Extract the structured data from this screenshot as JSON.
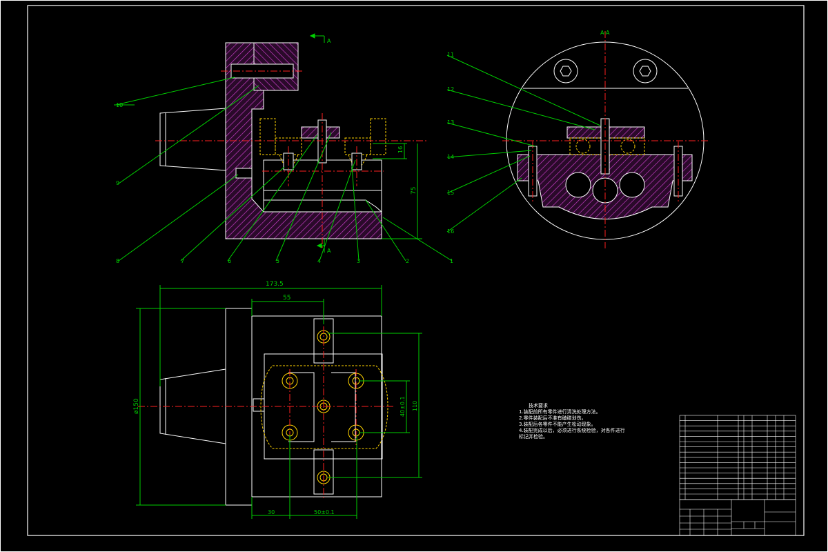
{
  "drawing": {
    "background": "#000000",
    "line_white": "#ffffff",
    "line_red": "#ff2020",
    "line_yellow": "#ffd400",
    "line_green": "#00d000",
    "hatch_magenta": "#d040d0"
  },
  "section_marks": {
    "top": "A",
    "bottom": "A",
    "side": "A-A"
  },
  "dimensions": {
    "d16": "16",
    "d75": "75",
    "d173": "173.5",
    "d55": "55",
    "d150": "ø150",
    "d40": "40±0.1",
    "d110": "110",
    "d30": "30",
    "d50": "50±0.1"
  },
  "balloons": {
    "b1": "1",
    "b2": "2",
    "b3": "3",
    "b4": "4",
    "b5": "5",
    "b6": "6",
    "b7": "7",
    "b8": "8",
    "b9": "9",
    "b10": "10",
    "b11": "11",
    "b12": "12",
    "b13": "13",
    "b14": "14",
    "b15": "15",
    "b16": "16"
  },
  "notes": {
    "title": "技术要求",
    "l1": "1.装配前所有零件进行清洗处理方法。",
    "l2": "2.零件装配后不准有磕碰划伤。",
    "l3": "3.装配后各零件不能产生松动现象。",
    "l4": "4.装配完成以后，必须进行系统检验，对各件进行",
    "l5": "标记并检验。"
  }
}
